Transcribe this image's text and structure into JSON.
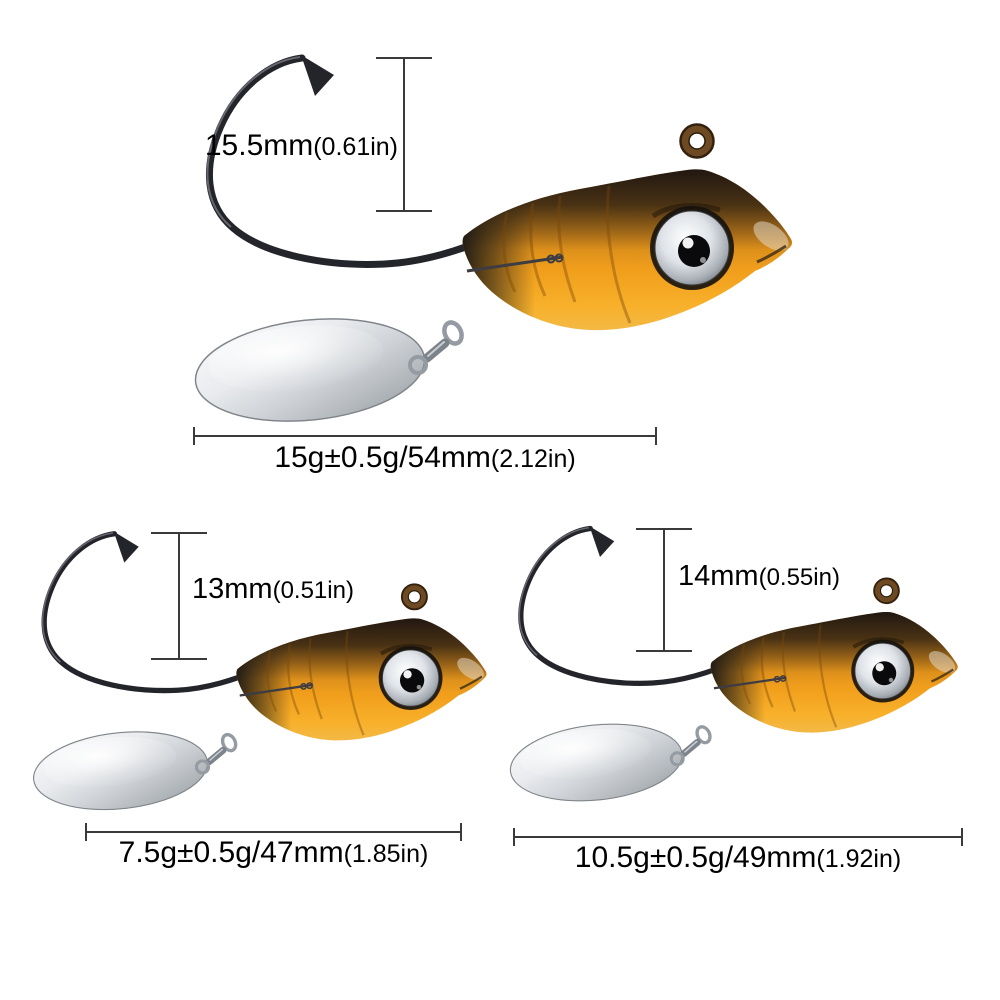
{
  "image_title": "jig head spinner lure size chart",
  "figures": {
    "large": "jig-spinner-lure-large",
    "small": "jig-spinner-lure-small",
    "medium": "jig-spinner-lure-medium"
  },
  "measurements": {
    "large": {
      "gap_value": "15.5mm",
      "gap_unit": "(0.61in)",
      "spec_value": "15g±0.5g/54mm",
      "spec_unit": "(2.12in)"
    },
    "small": {
      "gap_value": "13mm",
      "gap_unit": "(0.51in)",
      "spec_value": "7.5g±0.5g/47mm",
      "spec_unit": "(1.85in)"
    },
    "medium": {
      "gap_value": "14mm",
      "gap_unit": "(0.55in)",
      "spec_value": "10.5g±0.5g/49mm",
      "spec_unit": "(1.92in)"
    }
  },
  "colors": {
    "background": "#ffffff",
    "measure_line": "#3a3a3a",
    "text": "#000000",
    "body_orange": "#f09e1c",
    "body_dark_brown": "#2e2012",
    "blade_silver": "#cdd1d5",
    "hook_black": "#24242b",
    "eye_silver": "#dfe3e8",
    "eye_pupil": "#0a0a0c"
  }
}
